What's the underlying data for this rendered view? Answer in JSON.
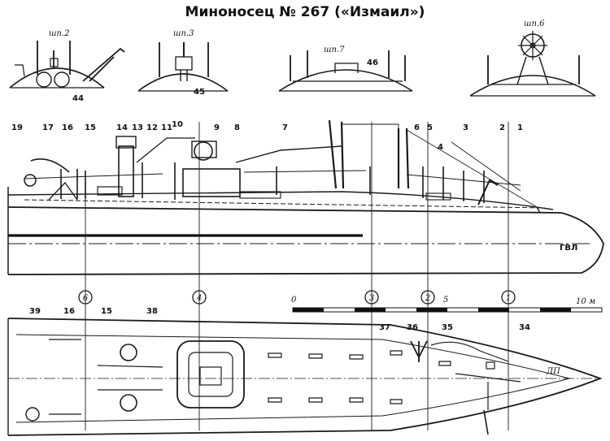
{
  "title": "Миноносец № 267 («Измаил»)",
  "sections": [
    {
      "id": "sp2",
      "label": "шп.2",
      "callout": "44"
    },
    {
      "id": "sp3",
      "label": "шп.3",
      "callout": "45"
    },
    {
      "id": "sp7",
      "label": "шп.7",
      "callout": "46"
    },
    {
      "id": "sp6",
      "label": "шп.6",
      "callout": ""
    }
  ],
  "profile_callouts": [
    "19",
    "17",
    "16",
    "15",
    "14",
    "13",
    "12",
    "11",
    "10",
    "9",
    "8",
    "7",
    "6",
    "5",
    "3",
    "4",
    "2",
    "1"
  ],
  "waterline_label": "ГВЛ",
  "frame_markers": [
    "6",
    "4",
    "3",
    "2",
    "1"
  ],
  "scale": {
    "zero": "0",
    "mid": "5",
    "end": "10 м"
  },
  "plan_callouts": [
    "39",
    "16",
    "15",
    "38",
    "37",
    "36",
    "35",
    "34"
  ],
  "plan_label": "ДП",
  "ink_color": "#1a1a1a"
}
